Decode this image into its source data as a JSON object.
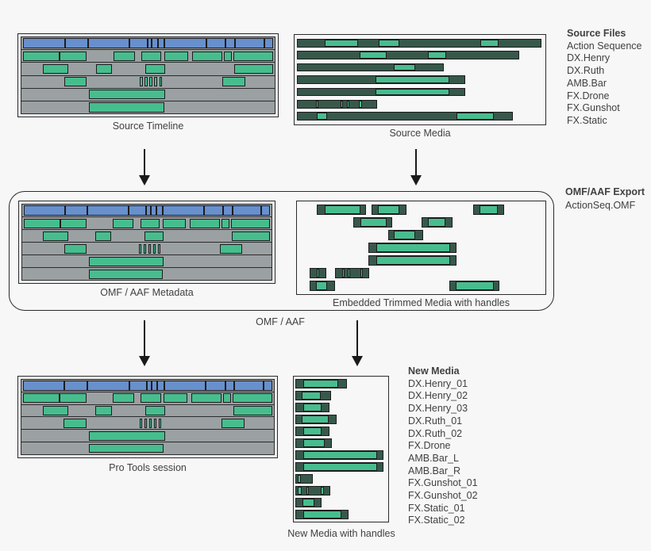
{
  "colors": {
    "background": "#f7f7f8",
    "track_gray": "#9ba0a2",
    "clip_green": "#47bd8e",
    "clip_blue": "#6790cd",
    "media_dark": "#37584a",
    "outline": "#1d1d1f",
    "text": "#414141"
  },
  "captions": {
    "source_timeline": "Source Timeline",
    "source_media": "Source Media",
    "omf_metadata": "OMF / AAF Metadata",
    "embedded_media": "Embedded Trimmed Media with handles",
    "omf_aaf": "OMF / AAF",
    "pro_tools": "Pro Tools session",
    "new_media_box": "New Media with handles"
  },
  "omf_export": {
    "heading": "OMF/AAF Export",
    "filename": "ActionSeq.OMF"
  },
  "timeline": {
    "rows": [
      {
        "blue": [
          0.5,
          99
        ],
        "dividers": [
          16.8,
          25.9,
          42.3,
          49.4,
          51.2,
          53.6,
          56.2,
          72.6,
          80.4,
          84.1,
          95.7
        ]
      },
      {
        "clips": [
          [
            0.5,
            14.7
          ],
          [
            15.2,
            10.6
          ],
          [
            36.3,
            8.4
          ],
          [
            47.3,
            7.9
          ],
          [
            56.3,
            9.4
          ],
          [
            67.3,
            12.1
          ],
          [
            79.9,
            3.2
          ],
          [
            83.6,
            15.8
          ]
        ]
      },
      {
        "clips": [
          [
            8.4,
            10.0
          ],
          [
            29.4,
            6.3
          ],
          [
            48.9,
            7.9
          ],
          [
            84.1,
            15.3
          ]
        ]
      },
      {
        "clips": [
          [
            16.8,
            9.0
          ],
          [
            46.8,
            1.1
          ],
          [
            48.7,
            1.1
          ],
          [
            50.6,
            1.1
          ],
          [
            52.5,
            1.1
          ],
          [
            54.4,
            1.1
          ],
          [
            79.4,
            8.9
          ]
        ]
      },
      {
        "clips": [
          [
            26.8,
            30.0
          ]
        ]
      },
      {
        "clips": [
          [
            26.8,
            29.5
          ]
        ]
      }
    ]
  },
  "source_media": {
    "legend": {
      "heading": "Source Files",
      "items": [
        "Action Sequence",
        "DX.Henry",
        "DX.Ruth",
        "AMB.Bar",
        "FX.Drone",
        "FX.Gunshot",
        "FX.Static"
      ]
    },
    "rows": [
      {
        "clips": [
          {
            "x": 0,
            "w": 99.3,
            "segs": [
              [
                11.3,
                13.4
              ],
              [
                33.2,
                8.4
              ],
              [
                74.6,
                7.2
              ]
            ]
          }
        ]
      },
      {
        "clips": [
          {
            "x": 0,
            "w": 90.4,
            "segs": [
              [
                25.5,
                10.9
              ],
              [
                53.3,
                7.4
              ]
            ]
          }
        ]
      },
      {
        "clips": [
          {
            "x": 0,
            "w": 59.6,
            "segs": [
              [
                39.4,
                8.8
              ]
            ]
          }
        ]
      },
      {
        "clips": [
          {
            "x": 0,
            "w": 68.5,
            "segs": [
              [
                31.8,
                30.0
              ]
            ]
          }
        ]
      },
      {
        "clips": [
          {
            "x": 0,
            "w": 68.5,
            "segs": [
              [
                31.8,
                30.0
              ]
            ]
          }
        ]
      },
      {
        "clips": [
          {
            "x": 0,
            "w": 32.7,
            "segs": [
              [
                7.9,
                0.9
              ],
              [
                17.7,
                1.1
              ],
              [
                20.2,
                1.1
              ],
              [
                25.2,
                1.4
              ]
            ]
          }
        ]
      },
      {
        "clips": [
          {
            "x": 0,
            "w": 87.9,
            "segs": [
              [
                8.1,
                4.1
              ],
              [
                64.7,
                15.3
              ]
            ]
          }
        ]
      }
    ]
  },
  "embedded_media": {
    "rows": [
      {
        "clips": [
          {
            "x": 7.7,
            "w": 20.1,
            "segs": [
              [
                10.9,
                14.4
              ]
            ]
          },
          {
            "x": 29.9,
            "w": 14.1,
            "segs": [
              [
                32.4,
                8.8
              ]
            ]
          },
          {
            "x": 71.2,
            "w": 12.5,
            "segs": [
              [
                73.7,
                7.3
              ]
            ]
          }
        ]
      },
      {
        "clips": [
          {
            "x": 22.5,
            "w": 15.9,
            "segs": [
              [
                25.3,
                10.6
              ]
            ]
          },
          {
            "x": 50.1,
            "w": 12.7,
            "segs": [
              [
                52.8,
                7.1
              ]
            ]
          }
        ]
      },
      {
        "clips": [
          {
            "x": 36.6,
            "w": 14.1,
            "segs": [
              [
                39.0,
                8.5
              ]
            ]
          }
        ]
      },
      {
        "clips": [
          {
            "x": 28.7,
            "w": 35.7,
            "segs": [
              [
                31.7,
                30.0
              ]
            ]
          }
        ]
      },
      {
        "clips": [
          {
            "x": 28.7,
            "w": 35.7,
            "segs": [
              [
                31.7,
                30.0
              ]
            ]
          }
        ]
      },
      {
        "clips": [
          {
            "x": 4.9,
            "w": 6.6,
            "segs": [
              [
                7.7,
                0.9
              ]
            ]
          },
          {
            "x": 15.1,
            "w": 13.8,
            "segs": [
              [
                17.9,
                1.1
              ],
              [
                20.2,
                1.1
              ],
              [
                25.3,
                1.0
              ]
            ]
          }
        ]
      },
      {
        "clips": [
          {
            "x": 4.9,
            "w": 10.2,
            "segs": [
              [
                7.3,
                4.7
              ]
            ]
          },
          {
            "x": 61.3,
            "w": 20.5,
            "segs": [
              [
                64.1,
                15.2
              ]
            ]
          }
        ]
      }
    ]
  },
  "new_media": {
    "legend": {
      "heading": "New Media",
      "items": [
        "DX.Henry_01",
        "DX.Henry_02",
        "DX.Henry_03",
        "DX.Ruth_01",
        "DX.Ruth_02",
        "FX.Drone",
        "AMB.Bar_L",
        "AMB.Bar_R",
        "FX.Gunshot_01",
        "FX.Gunshot_02",
        "FX.Static_01",
        "FX.Static_02"
      ]
    },
    "rows": [
      {
        "clips": [
          {
            "x": 1.4,
            "w": 55.1,
            "segs": [
              [
                10.2,
                37.2
              ]
            ]
          }
        ]
      },
      {
        "clips": [
          {
            "x": 1.4,
            "w": 37.8,
            "segs": [
              [
                8.8,
                20.1
              ]
            ]
          }
        ]
      },
      {
        "clips": [
          {
            "x": 1.4,
            "w": 36.1,
            "segs": [
              [
                9.7,
                19.8
              ]
            ]
          }
        ]
      },
      {
        "clips": [
          {
            "x": 1.4,
            "w": 44.1,
            "segs": [
              [
                8.8,
                28.4
              ]
            ]
          }
        ]
      },
      {
        "clips": [
          {
            "x": 1.4,
            "w": 36.1,
            "segs": [
              [
                9.7,
                19.8
              ]
            ]
          }
        ]
      },
      {
        "clips": [
          {
            "x": 1.4,
            "w": 39.3,
            "segs": [
              [
                9.7,
                23.3
              ]
            ]
          }
        ]
      },
      {
        "clips": [
          {
            "x": 1.7,
            "w": 93.3,
            "segs": [
              [
                9.9,
                78.5
              ]
            ]
          }
        ]
      },
      {
        "clips": [
          {
            "x": 1.7,
            "w": 93.3,
            "segs": [
              [
                9.9,
                78.5
              ]
            ]
          }
        ]
      },
      {
        "clips": [
          {
            "x": 1.7,
            "w": 18.3,
            "segs": [
              [
                4.4,
                3.3
              ]
            ]
          }
        ]
      },
      {
        "clips": [
          {
            "x": 1.7,
            "w": 36.9,
            "segs": [
              [
                4.4,
                3.9
              ],
              [
                13.2,
                2.8
              ],
              [
                28.4,
                3.6
              ]
            ]
          }
        ]
      },
      {
        "clips": [
          {
            "x": 1.7,
            "w": 27.5,
            "segs": [
              [
                9.1,
                12.4
              ]
            ]
          }
        ]
      },
      {
        "clips": [
          {
            "x": 1.7,
            "w": 56.2,
            "segs": [
              [
                9.9,
                40.5
              ]
            ]
          }
        ]
      }
    ]
  }
}
